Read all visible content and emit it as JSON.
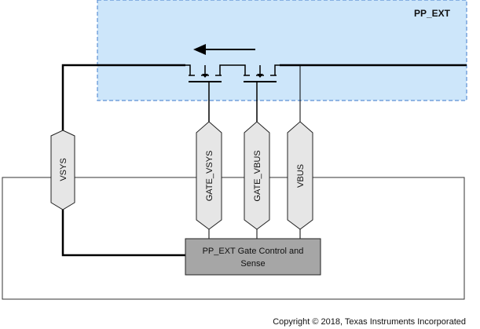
{
  "region_label": "PP_EXT",
  "signals": {
    "vsys": "VSYS",
    "gate_vsys": "GATE_VSYS",
    "gate_vbus": "GATE_VBUS",
    "vbus": "VBUS"
  },
  "control_block": {
    "line1": "PP_EXT Gate Control and",
    "line2": "Sense"
  },
  "copyright": "Copyright © 2018, Texas Instruments Incorporated",
  "colors": {
    "region_fill": "#cde6fa",
    "region_border": "#5b8fd4",
    "block_fill": "#a6a6a6",
    "connector_fill": "#e6e6e6"
  }
}
